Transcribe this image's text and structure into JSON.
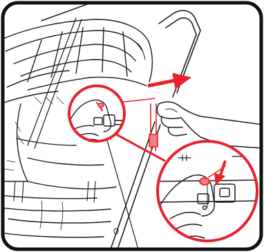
{
  "figure": {
    "type": "instruction-illustration",
    "style": "black line art with red highlights",
    "colors": {
      "line": "#1a1a1a",
      "accent": "#e8212b",
      "accent_light": "#f07f84",
      "frame": "#111111",
      "background": "#ffffff"
    },
    "callouts": [
      {
        "name": "strap-buckle-callout",
        "shape": "circle"
      },
      {
        "name": "buckle-detail-magnifier",
        "shape": "circle"
      }
    ],
    "arrows": [
      {
        "name": "pull-right-arrow",
        "direction": "right"
      },
      {
        "name": "push-down-arrow",
        "direction": "down"
      }
    ],
    "text": []
  }
}
